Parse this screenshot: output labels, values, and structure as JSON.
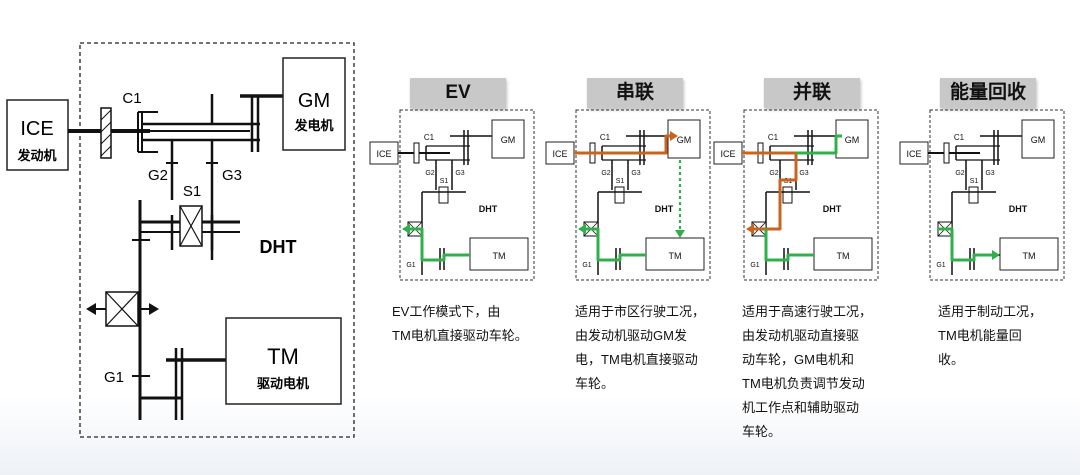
{
  "main": {
    "ice_label": "ICE",
    "ice_sub": "发动机",
    "gm_label": "GM",
    "gm_sub": "发电机",
    "tm_label": "TM",
    "tm_sub": "驱动电机",
    "dht_label": "DHT",
    "c1": "C1",
    "g1": "G1",
    "g2": "G2",
    "g3": "G3",
    "s1": "S1"
  },
  "small_labels": {
    "ice": "ICE",
    "gm": "GM",
    "tm": "TM",
    "dht": "DHT",
    "c1": "C1",
    "g1": "G1",
    "g2": "G2",
    "g3": "G3",
    "s1": "S1"
  },
  "modes": [
    {
      "title": "EV",
      "desc": [
        "EV工作模式下，由",
        "TM电机直接驱动车轮。"
      ]
    },
    {
      "title": "串联",
      "desc": [
        "适用于市区行驶工况，",
        "由发动机驱动GM发",
        "电，TM电机直接驱动",
        "车轮。"
      ]
    },
    {
      "title": "并联",
      "desc": [
        "适用于高速行驶工况，",
        "由发动机驱动直接驱",
        "动车轮，GM电机和",
        "TM电机负责调节发动",
        "机工作点和辅助驱动",
        "车轮。"
      ]
    },
    {
      "title": "能量回收",
      "desc": [
        "适用于制动工况，",
        "TM电机能量回",
        "收。"
      ]
    }
  ],
  "colors": {
    "engine_path": "#c8641e",
    "motor_path": "#2fb04a",
    "title_bg": "#c8c8c8"
  }
}
